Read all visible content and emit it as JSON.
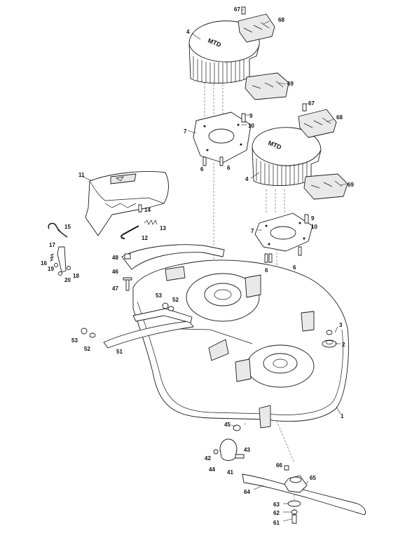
{
  "callouts": [
    {
      "id": "c67a",
      "text": "67"
    },
    {
      "id": "c68a",
      "text": "68"
    },
    {
      "id": "c4a",
      "text": "4"
    },
    {
      "id": "c69a",
      "text": "69"
    },
    {
      "id": "c9a",
      "text": "9"
    },
    {
      "id": "c10a",
      "text": "10"
    },
    {
      "id": "c7a",
      "text": "7"
    },
    {
      "id": "c6a",
      "text": "6"
    },
    {
      "id": "c6b",
      "text": "6"
    },
    {
      "id": "c67b",
      "text": "67"
    },
    {
      "id": "c68b",
      "text": "68"
    },
    {
      "id": "c4b",
      "text": "4"
    },
    {
      "id": "c69b",
      "text": "69"
    },
    {
      "id": "c9b",
      "text": "9"
    },
    {
      "id": "c10b",
      "text": "10"
    },
    {
      "id": "c7b",
      "text": "7"
    },
    {
      "id": "c6c",
      "text": "6"
    },
    {
      "id": "c6d",
      "text": "6"
    },
    {
      "id": "c11",
      "text": "11"
    },
    {
      "id": "c14",
      "text": "14"
    },
    {
      "id": "c13",
      "text": "13"
    },
    {
      "id": "c12",
      "text": "12"
    },
    {
      "id": "c15",
      "text": "15"
    },
    {
      "id": "c17",
      "text": "17"
    },
    {
      "id": "c16",
      "text": "16"
    },
    {
      "id": "c19",
      "text": "19"
    },
    {
      "id": "c20",
      "text": "20"
    },
    {
      "id": "c18",
      "text": "18"
    },
    {
      "id": "c48",
      "text": "48"
    },
    {
      "id": "c46",
      "text": "46"
    },
    {
      "id": "c47",
      "text": "47"
    },
    {
      "id": "c53a",
      "text": "53"
    },
    {
      "id": "c52a",
      "text": "52"
    },
    {
      "id": "c53b",
      "text": "53"
    },
    {
      "id": "c52b",
      "text": "52"
    },
    {
      "id": "c51",
      "text": "51"
    },
    {
      "id": "c3",
      "text": "3"
    },
    {
      "id": "c2",
      "text": "2"
    },
    {
      "id": "c1",
      "text": "1"
    },
    {
      "id": "c45",
      "text": "45"
    },
    {
      "id": "c43",
      "text": "43"
    },
    {
      "id": "c42",
      "text": "42"
    },
    {
      "id": "c44",
      "text": "44"
    },
    {
      "id": "c41",
      "text": "41"
    },
    {
      "id": "c66",
      "text": "66"
    },
    {
      "id": "c65",
      "text": "65"
    },
    {
      "id": "c64",
      "text": "64"
    },
    {
      "id": "c63",
      "text": "63"
    },
    {
      "id": "c62",
      "text": "62"
    },
    {
      "id": "c61",
      "text": "61"
    }
  ],
  "brand_mark": "MTD"
}
